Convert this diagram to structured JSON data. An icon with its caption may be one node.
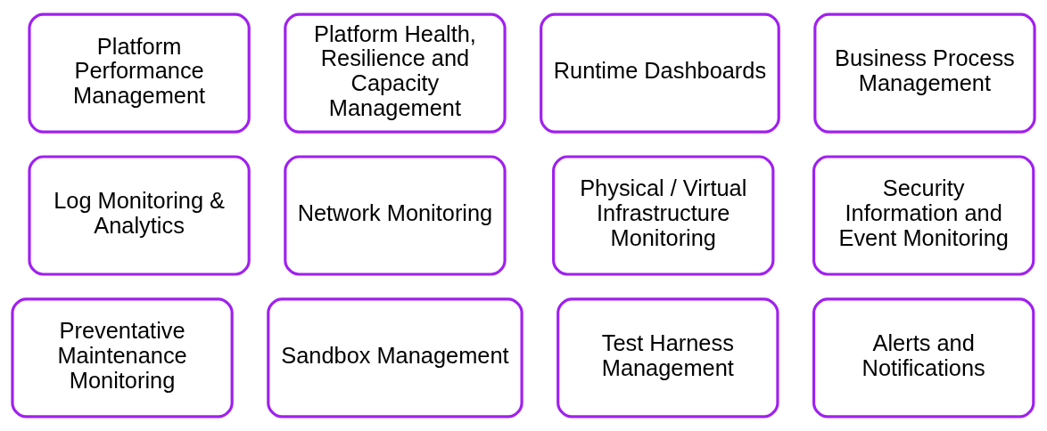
{
  "diagram": {
    "nodes": [
      {
        "text": [
          "Platform Performance Management"
        ]
      },
      {
        "text": [
          "Platform Health, Resilience and Capacity Management"
        ]
      },
      {
        "text": [
          "Runtime Dashboards"
        ]
      },
      {
        "text": [
          "Business Process Management"
        ]
      },
      {
        "text": [
          "Log Monitoring & Analytics"
        ]
      },
      {
        "text": [
          "Network Monitoring"
        ]
      },
      {
        "text": [
          "Physical / Virtual Infrastructure Monitoring"
        ]
      },
      {
        "text": [
          "Security Information and Event Monitoring"
        ]
      },
      {
        "text": [
          "Preventative Maintenance Monitoring"
        ]
      },
      {
        "text": [
          "Sandbox Management"
        ]
      },
      {
        "text": [
          "Test Harness Management"
        ]
      },
      {
        "text": [
          "Alerts and Notifications"
        ]
      }
    ]
  }
}
